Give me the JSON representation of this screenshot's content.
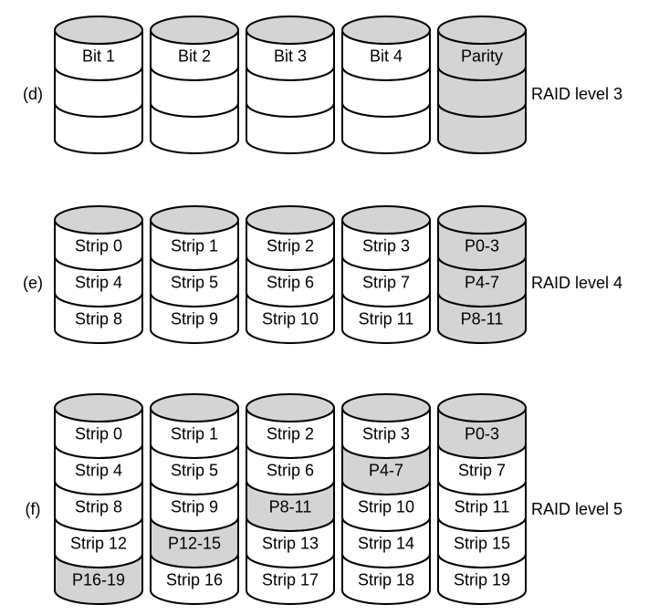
{
  "colors": {
    "shaded": "#d4d4d4",
    "plain": "#ffffff",
    "stroke": "#000000"
  },
  "groups": [
    {
      "letter": "(d)",
      "level": "RAID level 3",
      "disks": [
        {
          "cells": [
            {
              "label": "Bit 1",
              "shaded": false
            },
            {
              "label": "",
              "shaded": false
            },
            {
              "label": "",
              "shaded": false
            }
          ]
        },
        {
          "cells": [
            {
              "label": "Bit 2",
              "shaded": false
            },
            {
              "label": "",
              "shaded": false
            },
            {
              "label": "",
              "shaded": false
            }
          ]
        },
        {
          "cells": [
            {
              "label": "Bit 3",
              "shaded": false
            },
            {
              "label": "",
              "shaded": false
            },
            {
              "label": "",
              "shaded": false
            }
          ]
        },
        {
          "cells": [
            {
              "label": "Bit 4",
              "shaded": false
            },
            {
              "label": "",
              "shaded": false
            },
            {
              "label": "",
              "shaded": false
            }
          ]
        },
        {
          "cells": [
            {
              "label": "Parity",
              "shaded": true
            },
            {
              "label": "",
              "shaded": true
            },
            {
              "label": "",
              "shaded": true
            }
          ]
        }
      ]
    },
    {
      "letter": "(e)",
      "level": "RAID level 4",
      "disks": [
        {
          "cells": [
            {
              "label": "Strip 0",
              "shaded": false
            },
            {
              "label": "Strip 4",
              "shaded": false
            },
            {
              "label": "Strip 8",
              "shaded": false
            }
          ]
        },
        {
          "cells": [
            {
              "label": "Strip 1",
              "shaded": false
            },
            {
              "label": "Strip 5",
              "shaded": false
            },
            {
              "label": "Strip 9",
              "shaded": false
            }
          ]
        },
        {
          "cells": [
            {
              "label": "Strip 2",
              "shaded": false
            },
            {
              "label": "Strip 6",
              "shaded": false
            },
            {
              "label": "Strip 10",
              "shaded": false
            }
          ]
        },
        {
          "cells": [
            {
              "label": "Strip 3",
              "shaded": false
            },
            {
              "label": "Strip 7",
              "shaded": false
            },
            {
              "label": "Strip 11",
              "shaded": false
            }
          ]
        },
        {
          "cells": [
            {
              "label": "P0-3",
              "shaded": true
            },
            {
              "label": "P4-7",
              "shaded": true
            },
            {
              "label": "P8-11",
              "shaded": true
            }
          ]
        }
      ]
    },
    {
      "letter": "(f)",
      "level": "RAID level 5",
      "disks": [
        {
          "cells": [
            {
              "label": "Strip 0",
              "shaded": false
            },
            {
              "label": "Strip 4",
              "shaded": false
            },
            {
              "label": "Strip 8",
              "shaded": false
            },
            {
              "label": "Strip 12",
              "shaded": false
            },
            {
              "label": "P16-19",
              "shaded": true
            }
          ]
        },
        {
          "cells": [
            {
              "label": "Strip 1",
              "shaded": false
            },
            {
              "label": "Strip 5",
              "shaded": false
            },
            {
              "label": "Strip 9",
              "shaded": false
            },
            {
              "label": "P12-15",
              "shaded": true
            },
            {
              "label": "Strip 16",
              "shaded": false
            }
          ]
        },
        {
          "cells": [
            {
              "label": "Strip 2",
              "shaded": false
            },
            {
              "label": "Strip 6",
              "shaded": false
            },
            {
              "label": "P8-11",
              "shaded": true
            },
            {
              "label": "Strip 13",
              "shaded": false
            },
            {
              "label": "Strip 17",
              "shaded": false
            }
          ]
        },
        {
          "cells": [
            {
              "label": "Strip 3",
              "shaded": false
            },
            {
              "label": "P4-7",
              "shaded": true
            },
            {
              "label": "Strip 10",
              "shaded": false
            },
            {
              "label": "Strip 14",
              "shaded": false
            },
            {
              "label": "Strip 18",
              "shaded": false
            }
          ]
        },
        {
          "cells": [
            {
              "label": "P0-3",
              "shaded": true
            },
            {
              "label": "Strip 7",
              "shaded": false
            },
            {
              "label": "Strip 11",
              "shaded": false
            },
            {
              "label": "Strip 15",
              "shaded": false
            },
            {
              "label": "Strip 19",
              "shaded": false
            }
          ]
        }
      ]
    }
  ]
}
